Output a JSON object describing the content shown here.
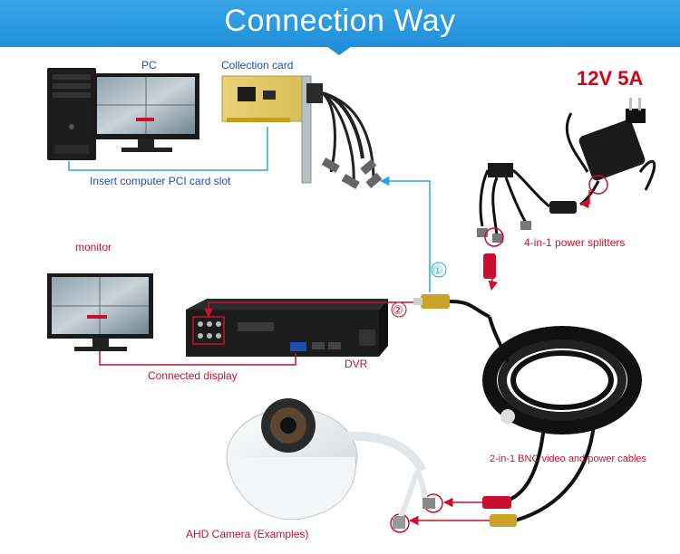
{
  "header": {
    "title": "Connection Way"
  },
  "labels": {
    "pc": "PC",
    "collection_card": "Collection card",
    "insert_pci": "Insert computer PCI card slot",
    "monitor": "monitor",
    "connected_display": "Connected display",
    "dvr": "DVR",
    "power_rating": "12V 5A",
    "power_splitters": "4-in-1 power splitters",
    "bnc_cables": "2-in-1 BNC video and power cables",
    "camera": "AHD Camera (Examples)",
    "marker_1": "①",
    "marker_2": "②"
  },
  "colors": {
    "banner": "#1f8fd8",
    "blue_line": "#29a8e0",
    "red_line": "#c8102e",
    "label_blue": "#1e4fb5",
    "label_red": "#c8102e"
  }
}
